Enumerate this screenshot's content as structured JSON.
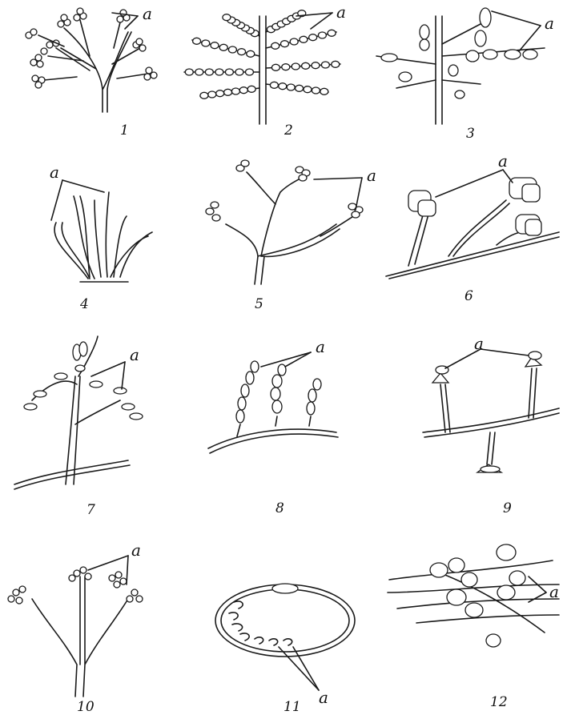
{
  "figures": [
    {
      "number": "1",
      "label": "a"
    },
    {
      "number": "2",
      "label": "a"
    },
    {
      "number": "3",
      "label": "a"
    },
    {
      "number": "4",
      "label": "a"
    },
    {
      "number": "5",
      "label": "a"
    },
    {
      "number": "6",
      "label": "a"
    },
    {
      "number": "7",
      "label": "a"
    },
    {
      "number": "8",
      "label": "a"
    },
    {
      "number": "9",
      "label": "a"
    },
    {
      "number": "10",
      "label": "a"
    },
    {
      "number": "11",
      "label": "a"
    },
    {
      "number": "12",
      "label": "a"
    }
  ]
}
